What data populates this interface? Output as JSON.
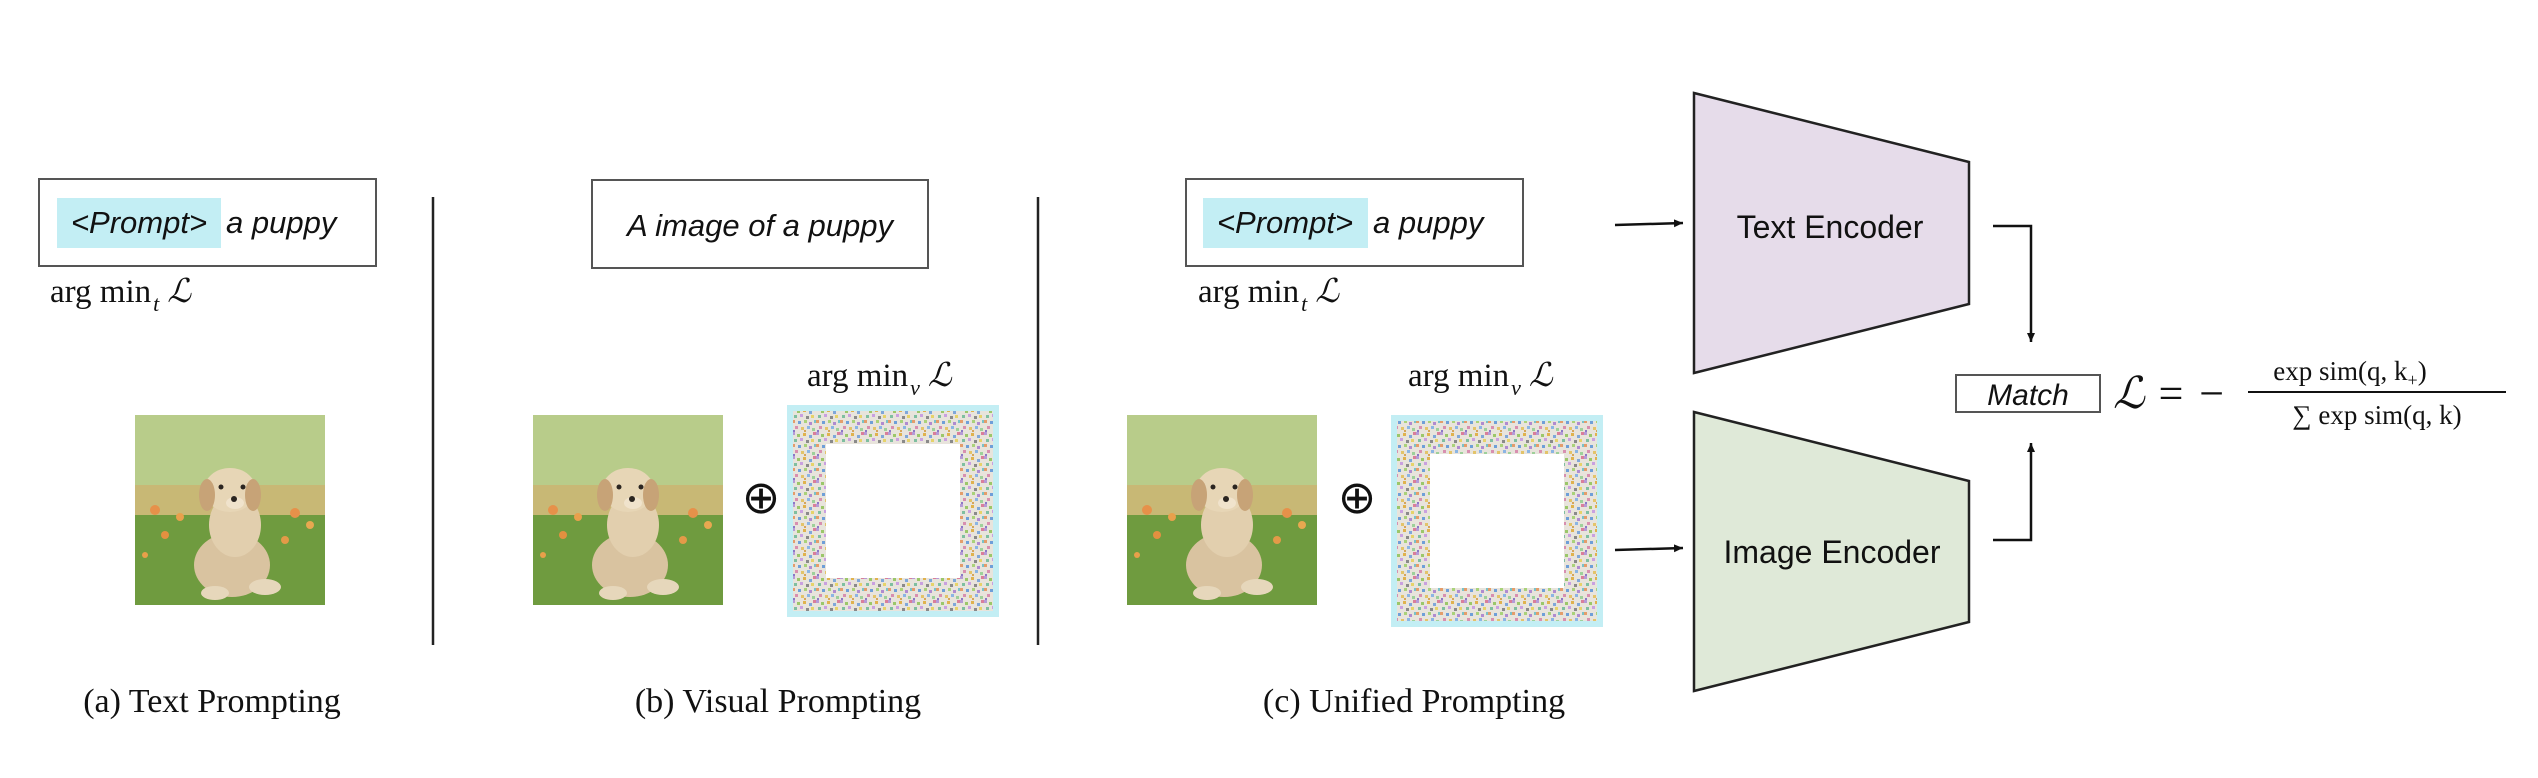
{
  "panels": {
    "a": {
      "prompt_token": "<Prompt>",
      "prompt_rest": "a puppy",
      "objective_main": "arg min",
      "objective_sub": "t",
      "objective_loss": "ℒ",
      "caption": "(a) Text Prompting"
    },
    "b": {
      "text": "A image of a puppy",
      "objective_main": "arg min",
      "objective_sub": "v",
      "objective_loss": "ℒ",
      "plus": "⊕",
      "caption": "(b) Visual Prompting"
    },
    "c": {
      "prompt_token": "<Prompt>",
      "prompt_rest": "a puppy",
      "text_obj_main": "arg min",
      "text_obj_sub": "t",
      "text_obj_loss": "ℒ",
      "vis_obj_main": "arg min",
      "vis_obj_sub": "v",
      "vis_obj_loss": "ℒ",
      "plus": "⊕",
      "caption": "(c)  Unified Prompting"
    }
  },
  "encoders": {
    "text": "Text Encoder",
    "image": "Image Encoder"
  },
  "match": {
    "label": "Match",
    "loss_lhs": "ℒ = −",
    "numerator": "exp sim(q, k",
    "numerator_sub": "+",
    "numerator_close": ")",
    "denominator": "∑ exp sim(q, k)"
  },
  "colors": {
    "prompt_highlight": "#c3eef4",
    "text_encoder_fill": "#e6dcea",
    "image_encoder_fill": "#dfe9d8",
    "visual_prompt_frame": "#c3eef4"
  }
}
